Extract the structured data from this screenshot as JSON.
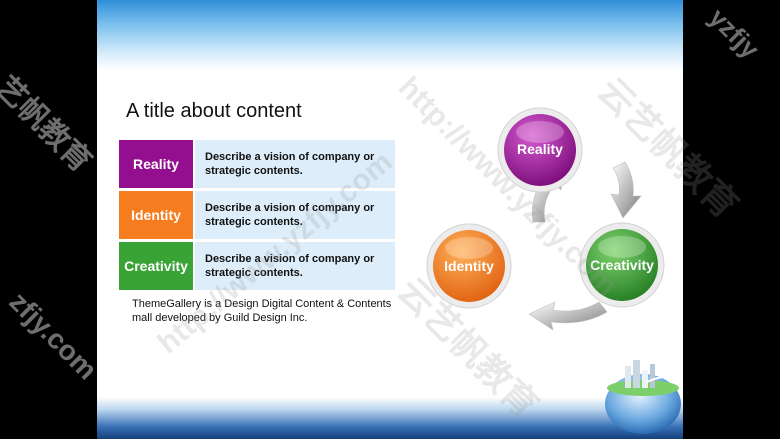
{
  "slide": {
    "title": "A title about content",
    "rows": [
      {
        "label": "Reality",
        "color": "#930f8f",
        "desc": "Describe a vision of company or strategic contents."
      },
      {
        "label": "Identity",
        "color": "#f57c1f",
        "desc": "Describe a vision of company or strategic contents."
      },
      {
        "label": "Creativity",
        "color": "#3aa335",
        "desc": "Describe a vision of company or strategic contents."
      }
    ],
    "footnote": "ThemeGallery  is a Design Digital Content & Contents mall developed by Guild Design Inc."
  },
  "cycle": {
    "nodes": [
      {
        "label": "Reality",
        "color": "#930f8f"
      },
      {
        "label": "Creativity",
        "color": "#3aa335"
      },
      {
        "label": "Identity",
        "color": "#f57c1f"
      }
    ]
  },
  "watermarks": {
    "url": "http://www.yzfjy.com",
    "brand": "云艺帆教育",
    "side_right": "yzfjy",
    "side_left_top": "艺帆教育",
    "side_left_bottom": "zfjy.com"
  }
}
